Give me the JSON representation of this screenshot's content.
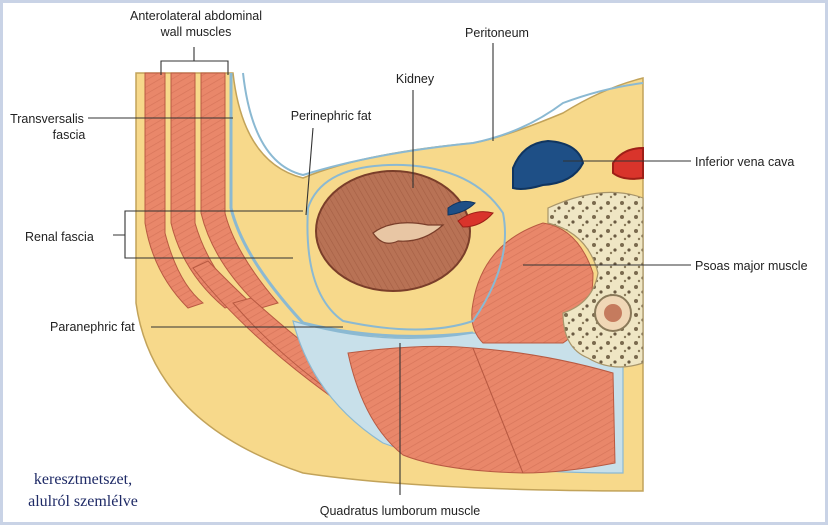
{
  "labels": {
    "anterolateral_1": "Anterolateral abdominal",
    "anterolateral_2": "wall muscles",
    "peritoneum": "Peritoneum",
    "kidney": "Kidney",
    "transversalis_1": "Transversalis",
    "transversalis_2": "fascia",
    "perinephric_fat": "Perinephric fat",
    "renal_fascia": "Renal fascia",
    "inferior_vena_cava": "Inferior vena cava",
    "psoas_major": "Psoas major muscle",
    "paranephric_fat": "Paranephric fat",
    "quadratus_lumborum": "Quadratus lumborum muscle"
  },
  "caption": {
    "line1": "keresztmetszet,",
    "line2": "alulról szemlélve"
  },
  "colors": {
    "fat": "#f7d98b",
    "muscle": "#e9876a",
    "muscle_stripe": "#d46a4e",
    "fascia": "#a8cde0",
    "kidney": "#b46a4f",
    "vein": "#1e4f86",
    "artery": "#d9342b",
    "bone": "#ede3bf"
  }
}
